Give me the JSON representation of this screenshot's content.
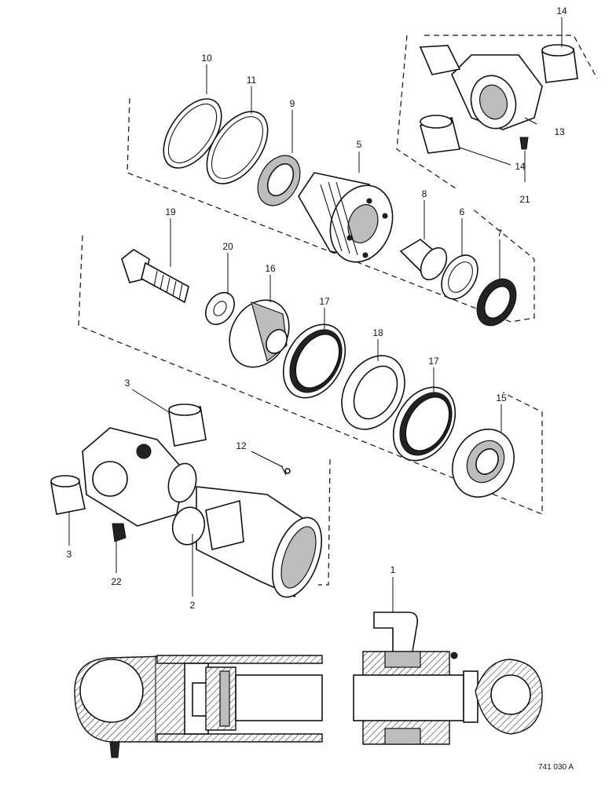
{
  "callouts": [
    {
      "id": "c1",
      "text": "1"
    },
    {
      "id": "c2",
      "text": "2"
    },
    {
      "id": "c3a",
      "text": "3"
    },
    {
      "id": "c3b",
      "text": "3"
    },
    {
      "id": "c5",
      "text": "5"
    },
    {
      "id": "c6",
      "text": "6"
    },
    {
      "id": "c7",
      "text": "7"
    },
    {
      "id": "c8",
      "text": "8"
    },
    {
      "id": "c9",
      "text": "9"
    },
    {
      "id": "c10",
      "text": "10"
    },
    {
      "id": "c11",
      "text": "11"
    },
    {
      "id": "c12",
      "text": "12"
    },
    {
      "id": "c13",
      "text": "13"
    },
    {
      "id": "c14a",
      "text": "14"
    },
    {
      "id": "c14b",
      "text": "14"
    },
    {
      "id": "c15",
      "text": "15"
    },
    {
      "id": "c16",
      "text": "16"
    },
    {
      "id": "c17a",
      "text": "17"
    },
    {
      "id": "c17b",
      "text": "17"
    },
    {
      "id": "c18",
      "text": "18"
    },
    {
      "id": "c19",
      "text": "19"
    },
    {
      "id": "c20",
      "text": "20"
    },
    {
      "id": "c21",
      "text": "21"
    },
    {
      "id": "c22",
      "text": "22"
    }
  ],
  "reference": "741 030 A"
}
